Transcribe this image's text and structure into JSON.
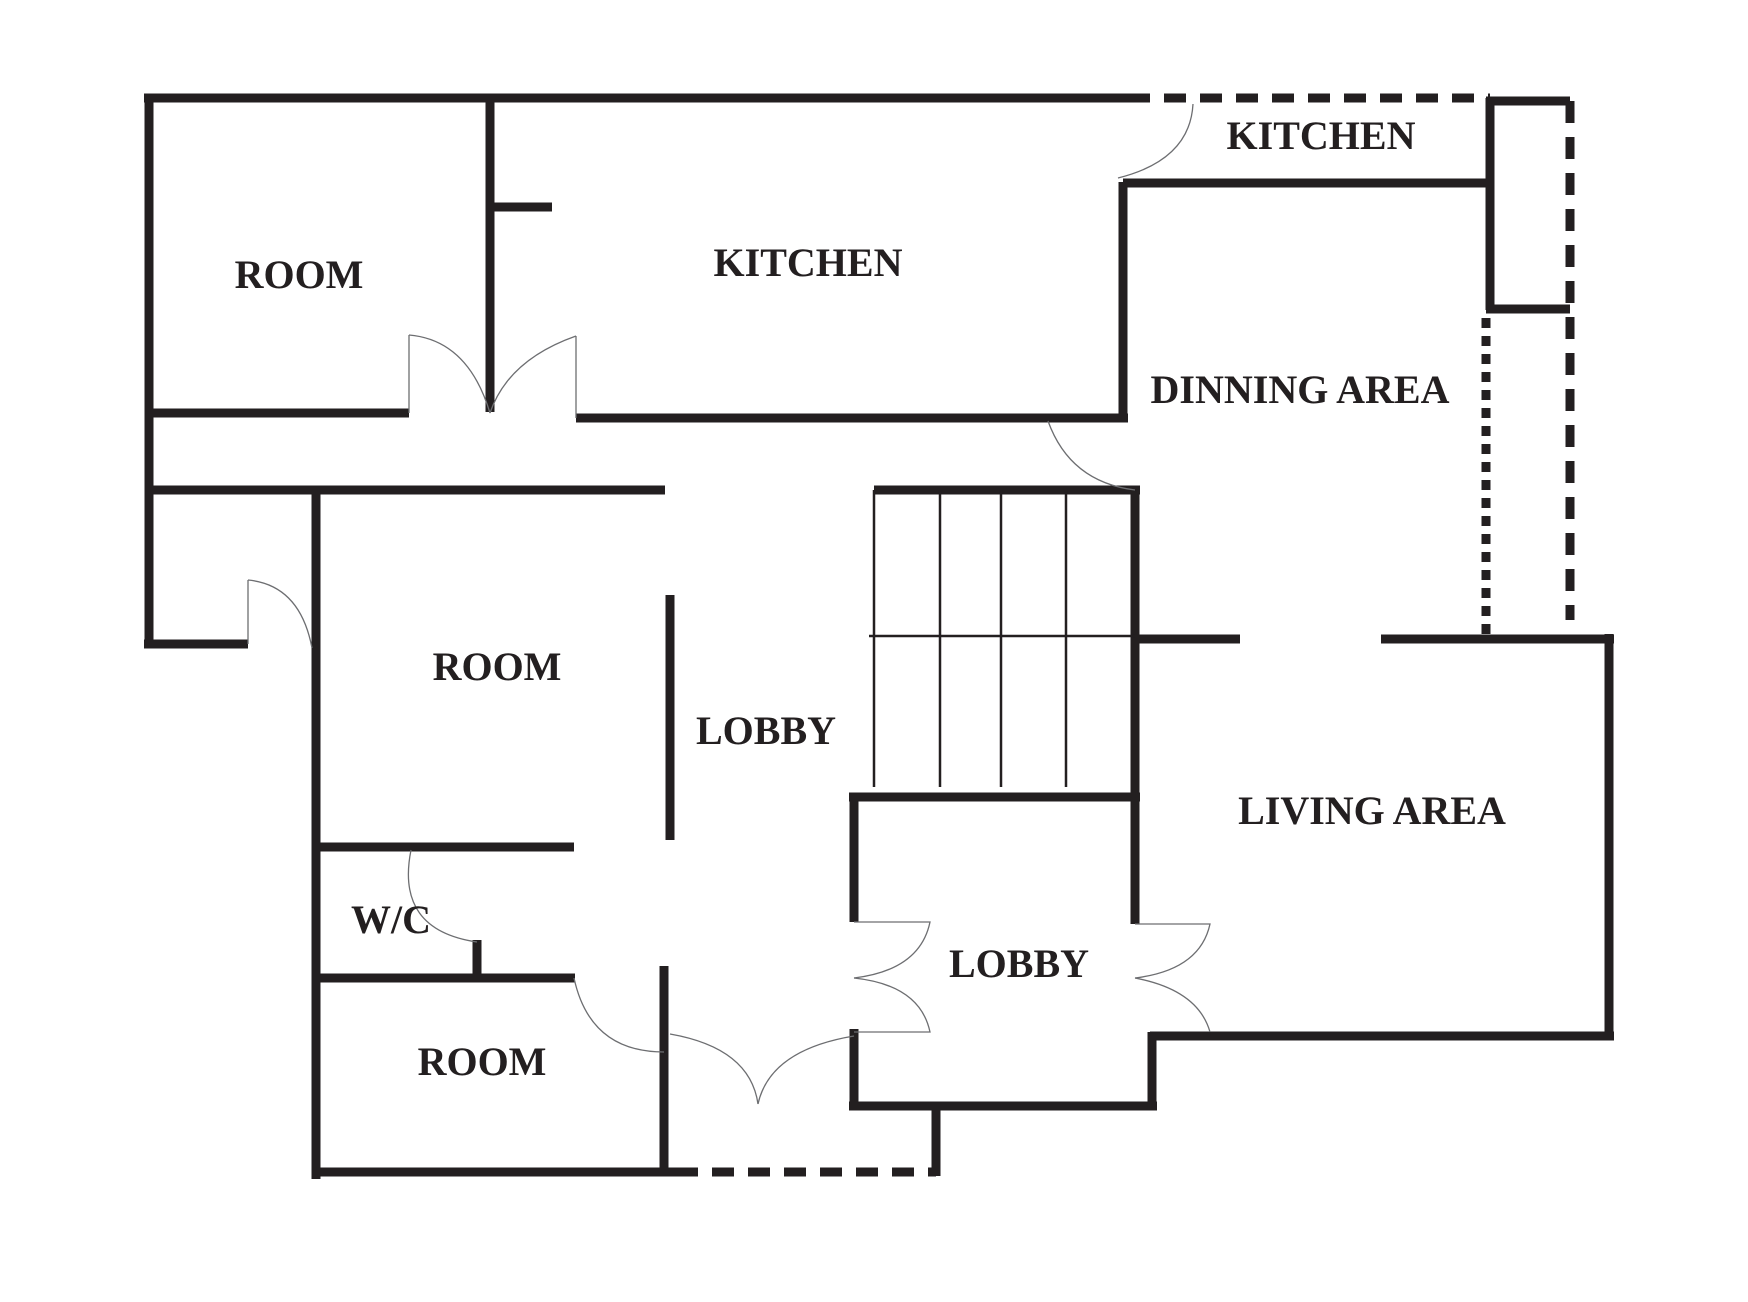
{
  "plan": {
    "rooms": {
      "room_top_left": "ROOM",
      "kitchen_main": "KITCHEN",
      "kitchen_top_right": "KITCHEN",
      "dinning_area": "DINNING AREA",
      "room_middle": "ROOM",
      "lobby_center": "LOBBY",
      "living_area": "LIVING AREA",
      "wc": "W/C",
      "lobby_lower": "LOBBY",
      "room_bottom": "ROOM"
    }
  }
}
